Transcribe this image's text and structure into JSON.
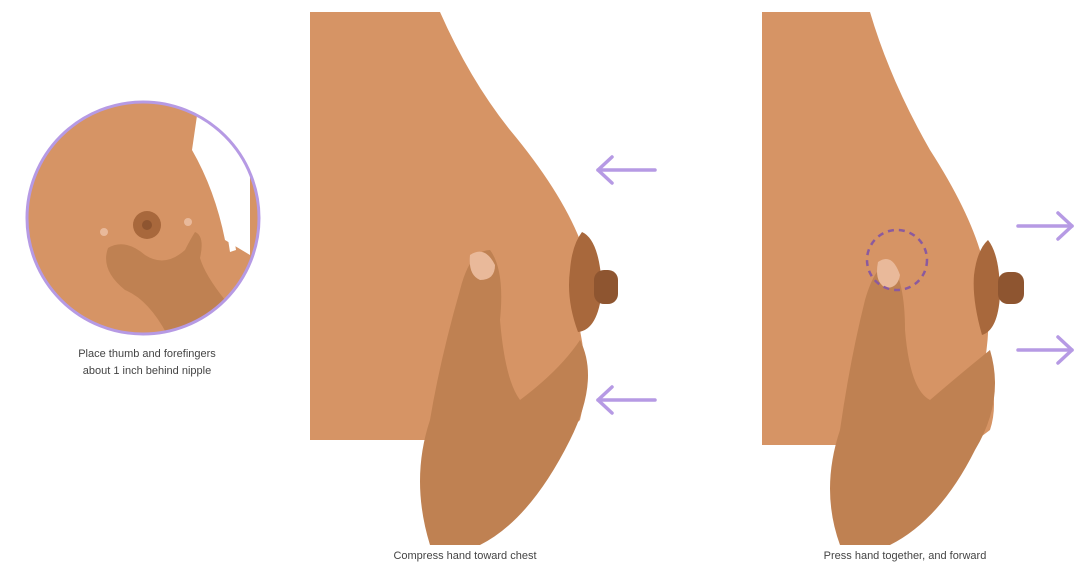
{
  "colors": {
    "skin": "#D69465",
    "hand": "#BF8152",
    "hand_shadow": "#B07446",
    "areola": "#A8683C",
    "nipple": "#8E5530",
    "circle_border": "#B69AE4",
    "arrow": "#B69AE4",
    "dash": "#8B5A9E"
  },
  "steps": [
    {
      "caption_line1": "Place thumb and forefingers",
      "caption_line2": "about 1 inch behind nipple"
    },
    {
      "caption": "Compress hand toward chest"
    },
    {
      "caption": "Press hand together, and forward"
    }
  ]
}
